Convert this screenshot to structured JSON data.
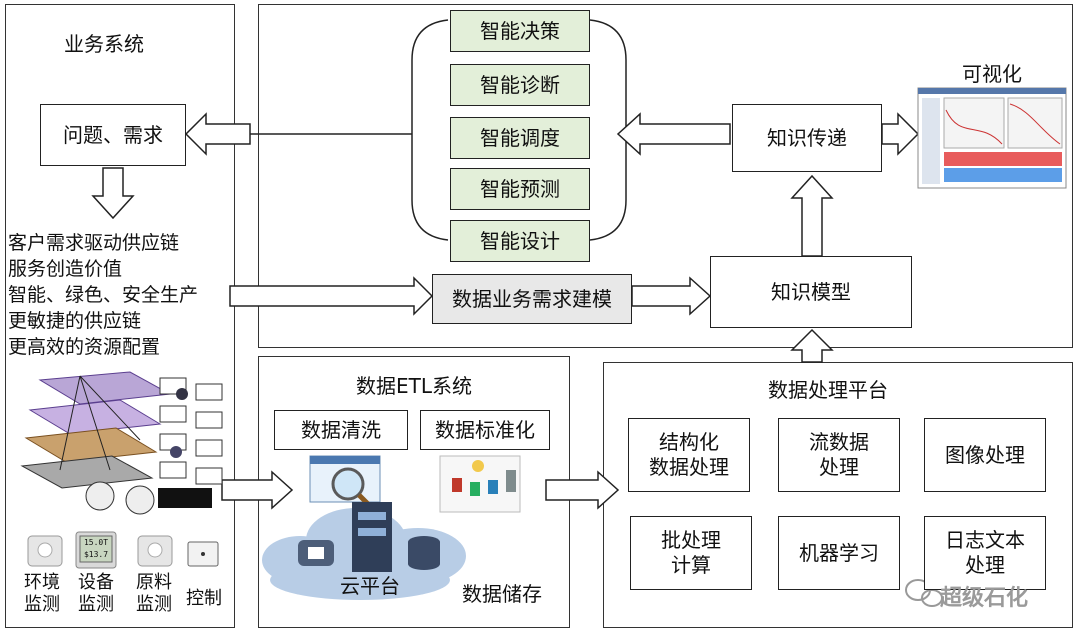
{
  "business": {
    "title": "业务系统",
    "problem": "问题、需求",
    "lines": [
      "客户需求驱动供应链",
      "服务创造价值",
      "智能、绿色、安全生产",
      "更敏捷的供应链",
      "更高效的资源配置"
    ],
    "devices": [
      {
        "label": "环境\n监测"
      },
      {
        "label": "设备\n监测",
        "display": "15.0T\n$13.7"
      },
      {
        "label": "原料\n监测"
      },
      {
        "label": "控制"
      }
    ]
  },
  "intelligence": [
    "智能决策",
    "智能诊断",
    "智能调度",
    "智能预测",
    "智能设计"
  ],
  "knowledge": {
    "transfer": "知识传递",
    "model": "知识模型",
    "visual": "可视化"
  },
  "modeling": "数据业务需求建模",
  "etl": {
    "title": "数据ETL系统",
    "clean": "数据清洗",
    "standard": "数据标准化",
    "cloud": "云平台",
    "storage": "数据储存"
  },
  "platform": {
    "title": "数据处理平台",
    "cells": [
      "结构化\n数据处理",
      "流数据\n处理",
      "图像处理",
      "批处理\n计算",
      "机器学习",
      "日志文本\n处理"
    ]
  },
  "watermark": "超级石化"
}
